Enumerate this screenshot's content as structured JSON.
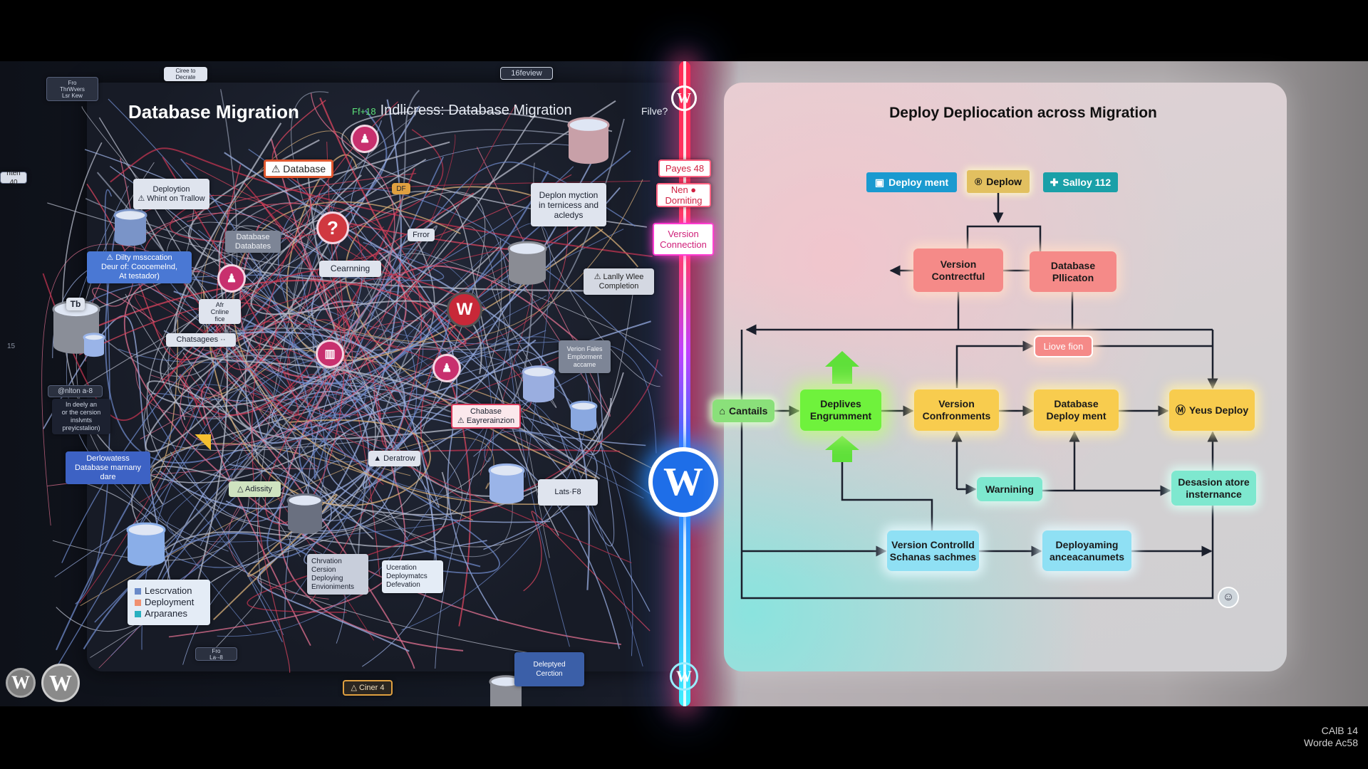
{
  "left": {
    "title": "Database Migration",
    "subtitle_tag": "Ff+18",
    "subtitle": "Indlicress: Database Migration",
    "filve": "Filve?",
    "preview_badge": "16feview",
    "labels": [
      "Deploytion\n⚠ Whint on Trallow",
      "⚠ Database",
      "⚠ Dilty mssccation\nDeur of: Cooceme­lnd,\nAt testador)",
      "Database\nDatabates",
      "Cearnning",
      "Frror",
      "Deplon myction\nin ternicess and\nacledys",
      "Payes 48",
      "Nen ●\nDorniting",
      "Version\nConnection",
      "⚠ Lanlly Wlee\nCompletion",
      "Afr\nCnline\nfice",
      "Chatsagees ··",
      "Verion Fales\nEmplorment\naccame",
      "Chabase\n⚠ Eayrerainzion",
      "▲ Deratrow",
      "△ Adissity",
      "Lats·F8",
      "Derlowatess\nDatabase marnany\ndare",
      "@nlton a-8",
      "In deely an\nor the cersion\ninslvnts\npreyicstalion)",
      "Deleptyed\nCerction",
      "△ Ciner 4",
      "Fro\nLa·-8",
      "nten 40",
      "Fro\nThrWvers\nLsr Kew",
      "Ciree to\nDecrate",
      "Tb",
      "DF",
      "15"
    ],
    "checklist": [
      "Lescrvation",
      "Deployment",
      "Arparanes"
    ],
    "list_env": [
      "Chrvation",
      "Cersion",
      "Deploying",
      "Envioniments"
    ],
    "list_ops": [
      "Uceration",
      "Deploymatcs",
      "Defevation"
    ],
    "circle_marks": [
      "?",
      "W"
    ]
  },
  "right": {
    "title": "Deploy Depliocation across Migration",
    "top_buttons": [
      {
        "label": "Deploy ment",
        "icon": "monitor-icon",
        "color": "#1a9ad0"
      },
      {
        "label": "Deplow",
        "icon": "registered-icon",
        "color": "#e2c060"
      },
      {
        "label": "Salloy 112",
        "icon": "puzzle-icon",
        "color": "#1aa0a8"
      }
    ],
    "nodes": {
      "version_contrectful": "Version\nContrectful",
      "database_pllicaton": "Database\nPllicaton",
      "liove_fion": "Liove fion",
      "cantails": "Cantails",
      "deplives": "Deplives\nEngrumment",
      "version_confronments": "Version\nConfronments",
      "database_deployment": "Database\nDeploy ment",
      "yeus_deploy": "Yeus Deploy",
      "warnining": "Warnining",
      "desasion": "Desasion atore\ninsternance",
      "version_controlld": "Version Controlld\nSchanas sachmes",
      "deployaming": "Deployaming\nanceacanumets"
    }
  },
  "corner": {
    "line1": "CAlB 14",
    "line2": "Worde Ac58"
  },
  "colors": {
    "accent_red": "#f58a88",
    "accent_yellow": "#f8cc4e",
    "accent_green": "#6ff23c",
    "accent_cyan": "#8fe0f4",
    "accent_teal": "#7ee8cf",
    "divider_top": "#ff2a55",
    "divider_bottom": "#3ef0ff"
  }
}
